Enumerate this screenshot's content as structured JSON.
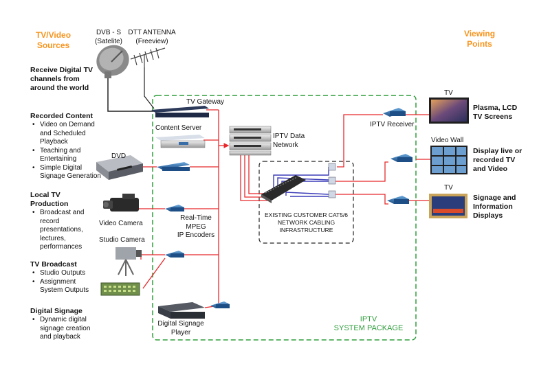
{
  "headings": {
    "sources": "TV/Video\nSources",
    "viewing": "Viewing\nPoints"
  },
  "antennas": {
    "dvb_label": "DVB - S\n(Satelite)",
    "dtt_label": "DTT ANTENNA\n(Freeview)"
  },
  "left": {
    "receive": "Receive Digital TV\nchannels from\naround the world",
    "recorded_title": "Recorded Content",
    "recorded_items": [
      "Video on Demand and Scheduled Playback",
      "Teaching and Entertaining",
      "Simple Digital Signage Generation"
    ],
    "local_title": "Local TV Production",
    "local_items": [
      "Broadcast and record presentations, lectures, performances"
    ],
    "broadcast_title": "TV Broadcast",
    "broadcast_items": [
      "Studio Outputs",
      "Assignment System Outputs"
    ],
    "signage_title": "Digital Signage",
    "signage_items": [
      "Dynamic digital signage creation and playback"
    ]
  },
  "devices": {
    "dvd": "DVD",
    "video_camera": "Video Camera",
    "studio_camera": "Studio Camera",
    "tv_gateway": "TV Gateway",
    "content_server": "Content Server",
    "iptv_data_network": "IPTV Data\nNetwork",
    "encoders": "Real-Time\nMPEG\nIP Encoders",
    "signage_player": "Digital Signage\nPlayer",
    "cabling": "EXISTING CUSTOMER CAT5/6\nNETWORK CABLING\nINFRASTRUCTURE",
    "package": "IPTV\nSYSTEM PACKAGE",
    "iptv_receiver": "IPTV Receiver"
  },
  "right": {
    "tv1_label": "TV",
    "tv1_desc": "Plasma, LCD\nTV Screens",
    "wall_label": "Video Wall",
    "wall_desc": "Display live or\nrecorded TV\nand Video",
    "tv2_label": "TV",
    "tv2_desc": "Signage and\nInformation\nDisplays"
  },
  "colors": {
    "heading": "#f7941d",
    "package_border": "#2e9d3a",
    "signal_line": "#e8282b",
    "network_line": "#3b3bb8",
    "encoder_blue": "#2c6fb0"
  }
}
